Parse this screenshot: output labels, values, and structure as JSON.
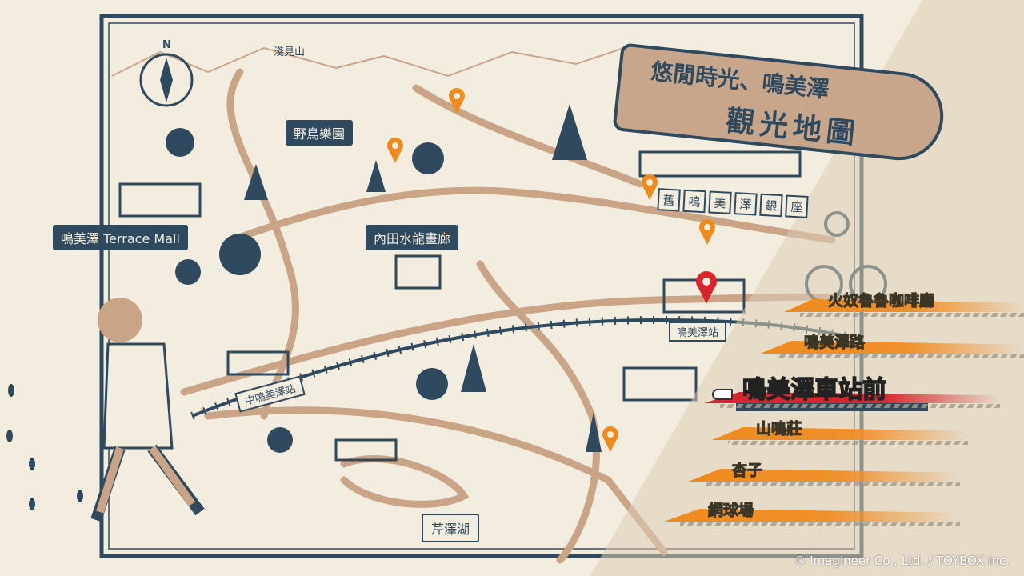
{
  "title": {
    "line1": "悠閒時光、鳴美澤",
    "line2": "觀光地圖"
  },
  "map_labels": {
    "mountain": "淺見山",
    "bird_park": "野鳥樂園",
    "terrace_mall": "鳴美澤 Terrace Mall",
    "gallery": "內田水龍畫廊",
    "ginza": [
      "舊",
      "鳴",
      "美",
      "澤",
      "銀",
      "座"
    ],
    "station": "鳴美澤站",
    "mid_station": "中鳴美澤站",
    "lake": "芹澤湖",
    "compass": "N"
  },
  "destinations": [
    {
      "label": "火奴魯魯咖啡廳",
      "selected": false
    },
    {
      "label": "鳴美澤路",
      "selected": false
    },
    {
      "label": "鳴美澤車站前",
      "selected": true
    },
    {
      "label": "山鳴莊",
      "selected": false
    },
    {
      "label": "杏子",
      "selected": false
    },
    {
      "label": "網球場",
      "selected": false
    }
  ],
  "copyright": "© Imagineer Co., Ltd. / TOYBOX Inc.",
  "colors": {
    "ink": "#2f4a5e",
    "road": "#c9a487",
    "accent": "#ef8a1e",
    "selected": "#d8262e"
  }
}
